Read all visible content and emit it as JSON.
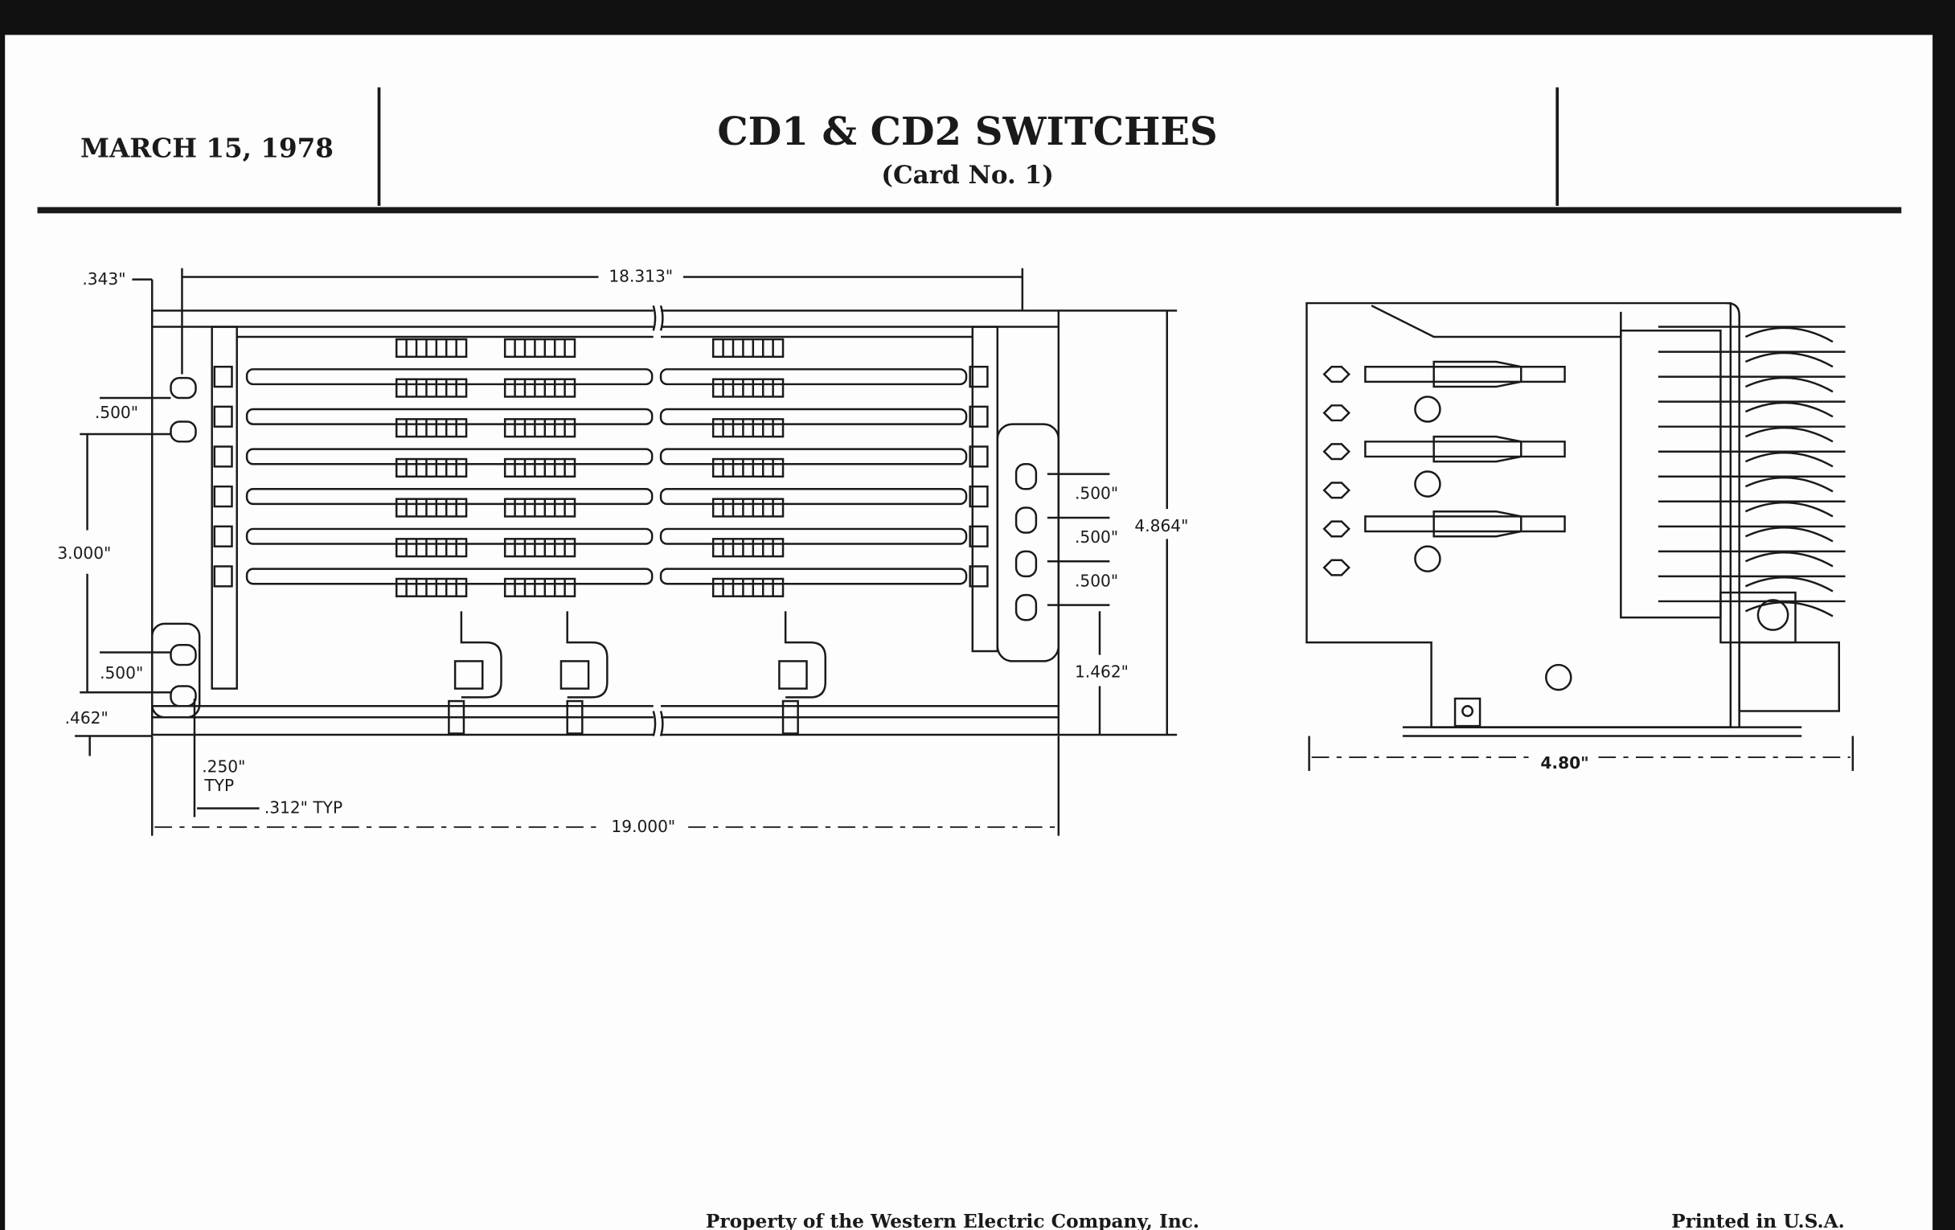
{
  "header": {
    "date": "MARCH 15, 1978",
    "title": "CD1 & CD2 SWITCHES",
    "subtitle": "(Card No. 1)"
  },
  "front_view": {
    "dimensions": {
      "overall_length": "19.000\"",
      "hole_span": "18.313\"",
      "edge_offset": ".343\"",
      "left_pitch_top": ".500\"",
      "left_span": "3.000\"",
      "left_pitch_bottom": ".500\"",
      "bottom_offset": ".462\"",
      "slot_width": ".250\"",
      "slot_width_note": "TYP",
      "slot_offset": ".312\" TYP",
      "right_pitch_1": ".500\"",
      "right_pitch_2": ".500\"",
      "right_pitch_3": ".500\"",
      "height": "4.864\"",
      "right_bottom": "1.462\""
    }
  },
  "side_view": {
    "dimensions": {
      "depth": "4.80\""
    }
  },
  "footer": {
    "property": "Property of the Western Electric Company, Inc.",
    "printed": "Printed in U.S.A."
  }
}
